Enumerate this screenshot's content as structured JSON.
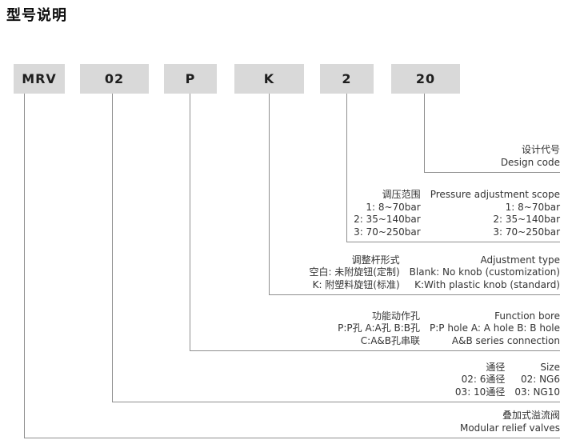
{
  "page_title": "型号说明",
  "colors": {
    "box_fill": "#d9d9d9",
    "connector_line": "#8f8f8f"
  },
  "model_code": {
    "segments": [
      "MRV",
      "02",
      "P",
      "K",
      "2",
      "20"
    ]
  },
  "legend": {
    "design_code": {
      "cn": "设计代号",
      "en": "Design code"
    },
    "pressure": {
      "header": {
        "cn": "调压范围",
        "en": "Pressure adjustment scope"
      },
      "rows": [
        {
          "cn": "1: 8~70bar",
          "en": "1: 8~70bar"
        },
        {
          "cn": "2: 35~140bar",
          "en": "2: 35~140bar"
        },
        {
          "cn": "3: 70~250bar",
          "en": "3: 70~250bar"
        }
      ]
    },
    "adjustment": {
      "header": {
        "cn": "调整杆形式",
        "en": "Adjustment type"
      },
      "rows": [
        {
          "cn": "空白: 未附旋钮(定制)",
          "en": "Blank: No knob (customization)"
        },
        {
          "cn": "K: 附塑料旋钮(标准)",
          "en": "K:With plastic knob (standard)"
        }
      ]
    },
    "function_bore": {
      "header": {
        "cn": "功能动作孔",
        "en": "Function bore"
      },
      "rows": [
        {
          "cn": "P:P孔  A:A孔  B:B孔",
          "en": "P:P hole  A: A hole  B: B hole"
        },
        {
          "cn": "C:A&B孔串联",
          "en": "A&B series connection"
        }
      ]
    },
    "size": {
      "header": {
        "cn": "通径",
        "en": "Size"
      },
      "rows": [
        {
          "cn": "02: 6通径",
          "en": "02: NG6"
        },
        {
          "cn": "03: 10通径",
          "en": "03: NG10"
        }
      ]
    },
    "valve": {
      "cn": "叠加式溢流阀",
      "en": "Modular relief valves"
    }
  }
}
